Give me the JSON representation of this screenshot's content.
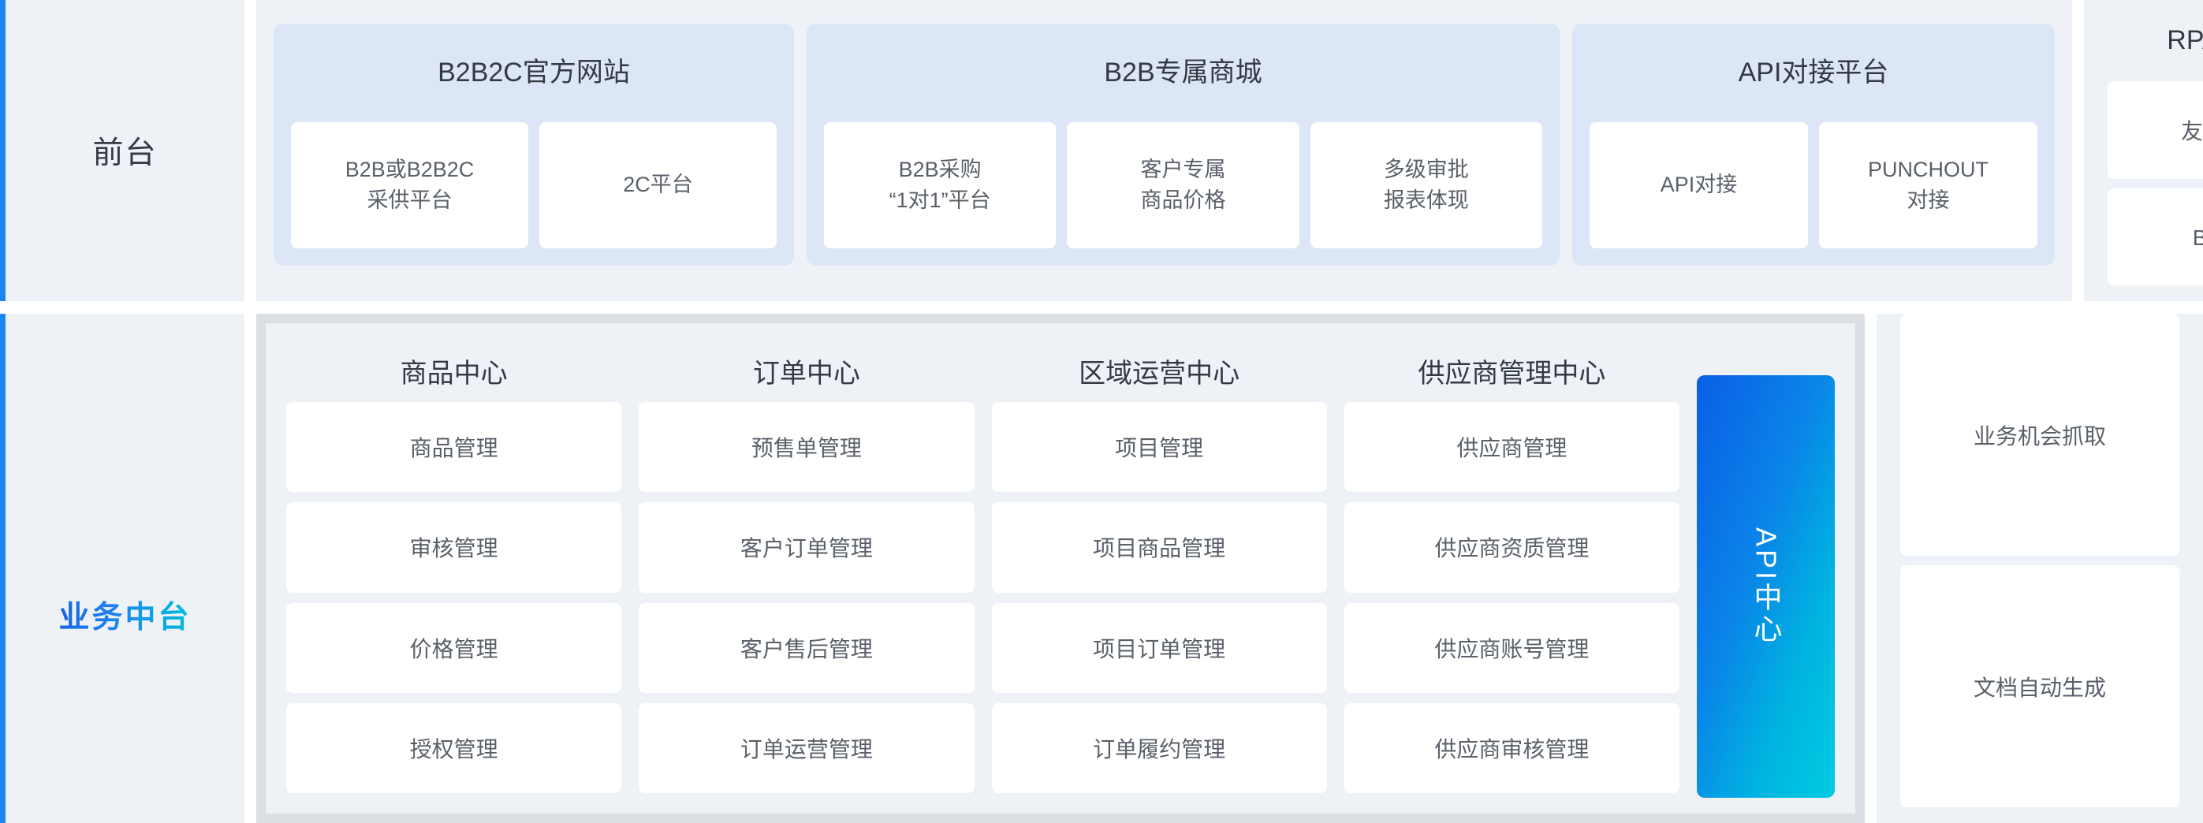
{
  "layers": {
    "front": {
      "label": "前台"
    },
    "middle": {
      "label": "业务中台"
    }
  },
  "front_groups": [
    {
      "title": "B2B2C官方网站",
      "items": [
        "B2B或B2B2C\n采供平台",
        "2C平台"
      ]
    },
    {
      "title": "B2B专属商城",
      "items": [
        "B2B采购\n“1对1”平台",
        "客户专属\n商品价格",
        "多级审批\n报表体现"
      ]
    },
    {
      "title": "API对接平台",
      "items": [
        "API对接",
        "PUNCHOUT\n对接"
      ]
    }
  ],
  "rpa": {
    "title": "RPA支撑系统",
    "items": [
      "友商数据获取",
      "BI统计分析",
      "业务机会抓取",
      "文档自动生成"
    ]
  },
  "middle_columns": [
    {
      "title": "商品中心",
      "items": [
        "商品管理",
        "审核管理",
        "价格管理",
        "授权管理"
      ]
    },
    {
      "title": "订单中心",
      "items": [
        "预售单管理",
        "客户订单管理",
        "客户售后管理",
        "订单运营管理"
      ]
    },
    {
      "title": "区域运营中心",
      "items": [
        "项目管理",
        "项目商品管理",
        "项目订单管理",
        "订单履约管理"
      ]
    },
    {
      "title": "供应商管理中心",
      "items": [
        "供应商管理",
        "供应商资质管理",
        "供应商账号管理",
        "供应商审核管理"
      ]
    }
  ],
  "api_center": {
    "label": "API中心"
  },
  "colors": {
    "page_background": "#ffffff",
    "panel_background": "#eef2f7",
    "group_background": "#dce6f6",
    "card_background": "#ffffff",
    "accent_blue": "#1a84f0",
    "accent_cyan": "#00cbe1",
    "mid_panel_border": "#dbdfe4",
    "title_text": "#333a44",
    "card_text": "#5a6069"
  }
}
